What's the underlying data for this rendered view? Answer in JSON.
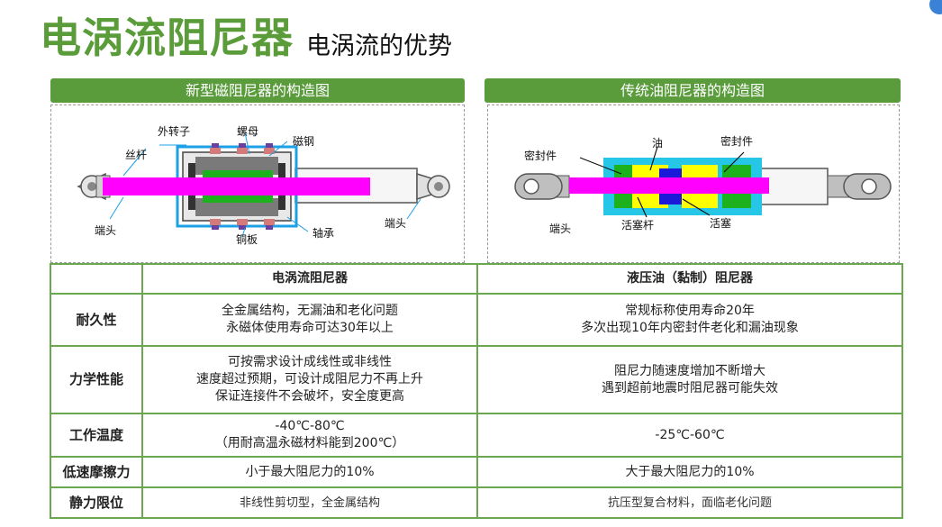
{
  "title": {
    "main": "电涡流阻尼器",
    "sub": "电涡流的优势"
  },
  "left_panel": {
    "heading": "新型磁阻尼器的构造图",
    "labels": {
      "outer_rotor": "外转子",
      "nut": "螺母",
      "magnet_steel": "磁钢",
      "screw": "丝杆",
      "end_left": "端头",
      "end_right": "端头",
      "copper_plate": "铜板",
      "bearing": "轴承"
    }
  },
  "right_panel": {
    "heading": "传统油阻尼器的构造图",
    "labels": {
      "oil": "油",
      "seal_left": "密封件",
      "seal_right": "密封件",
      "end": "端头",
      "piston_rod": "活塞杆",
      "piston": "活塞"
    }
  },
  "table": {
    "headers": [
      "",
      "电涡流阻尼器",
      "液压油（黏制）阻尼器"
    ],
    "rows": [
      {
        "label": "耐久性",
        "eddy": [
          "全金属结构，无漏油和老化问题",
          "永磁体使用寿命可达30年以上"
        ],
        "hydraulic": [
          "常规标称使用寿命20年",
          "多次出现10年内密封件老化和漏油现象"
        ]
      },
      {
        "label": "力学性能",
        "eddy": [
          "可按需求设计成线性或非线性",
          "速度超过预期，可设计成阻尼力不再上升",
          "保证连接件不会破坏，安全度更高"
        ],
        "hydraulic": [
          "阻尼力随速度增加不断增大",
          "遇到超前地震时阻尼器可能失效"
        ]
      },
      {
        "label": "工作温度",
        "eddy": [
          "-40℃-80℃",
          "（用耐高温永磁材料能到200℃）"
        ],
        "hydraulic": [
          "-25℃-60℃"
        ]
      },
      {
        "label": "低速摩擦力",
        "eddy": [
          "小于最大阻尼力的10%"
        ],
        "hydraulic": [
          "大于最大阻尼力的10%"
        ]
      },
      {
        "label": "静力限位",
        "eddy": [
          "非线性剪切型，全金属结构"
        ],
        "hydraulic": [
          "抗压型复合材料，面临老化问题"
        ]
      }
    ]
  },
  "colors": {
    "green": "#5a9b3c",
    "title_green": "#5b9c3a",
    "magenta": "#ff00ff",
    "cyan": "#00b0f0",
    "yellow": "#ffff00"
  }
}
